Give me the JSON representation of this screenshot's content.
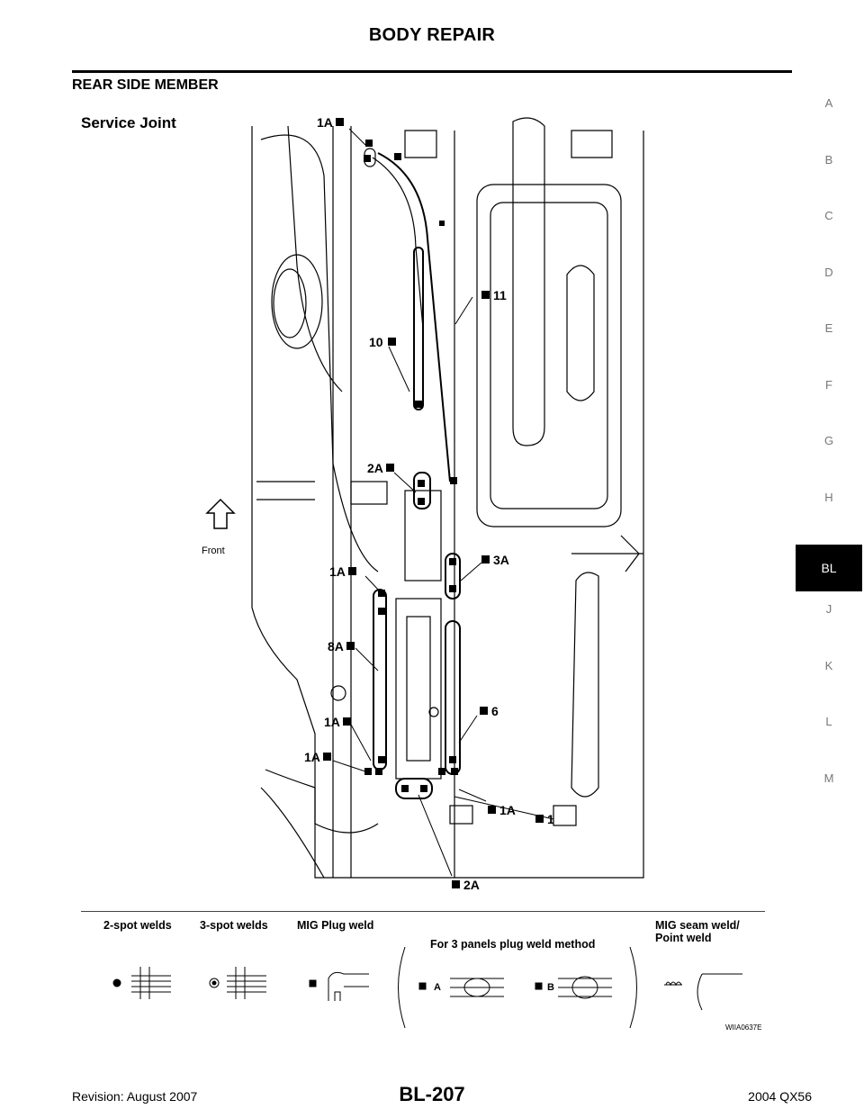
{
  "header": {
    "title": "BODY REPAIR"
  },
  "section": {
    "title": "REAR SIDE MEMBER"
  },
  "side_index": [
    "A",
    "B",
    "C",
    "D",
    "E",
    "F",
    "G",
    "H",
    "BL",
    "J",
    "K",
    "L",
    "M"
  ],
  "active_index": "BL",
  "diagram": {
    "heading": "Service Joint",
    "front_label": "Front",
    "callouts": [
      "1A",
      "11",
      "10",
      "2A",
      "3A",
      "1A",
      "8A",
      "6",
      "1A",
      "1A",
      "1A",
      "1",
      "2A"
    ]
  },
  "legend": {
    "two_spot": "2-spot welds",
    "three_spot": "3-spot welds",
    "mig_plug": "MIG Plug weld",
    "three_panels": "For 3 panels plug weld method",
    "label_a": "A",
    "label_b": "B",
    "mig_seam_line1": "MIG seam weld/",
    "mig_seam_line2": "Point weld"
  },
  "figure_id": "WIIA0637E",
  "footer": {
    "revision": "Revision: August 2007",
    "page": "BL-207",
    "model": "2004 QX56"
  }
}
